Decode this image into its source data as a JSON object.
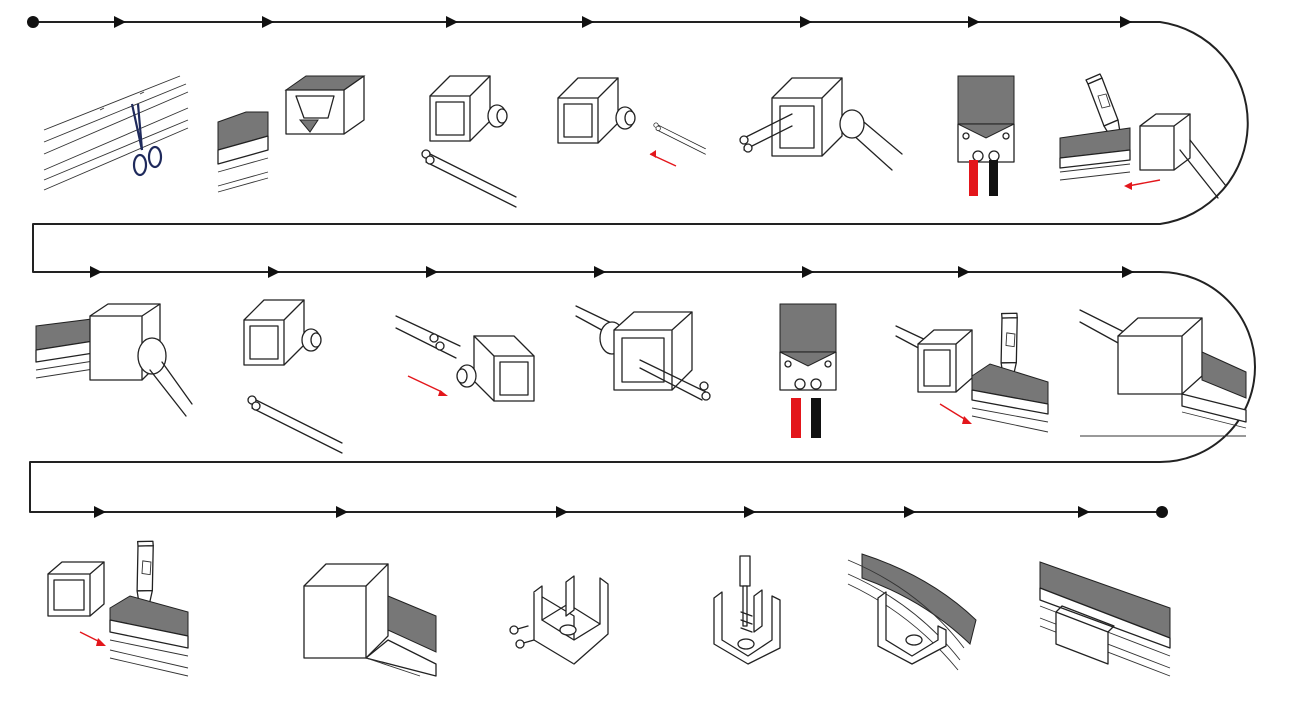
{
  "colors": {
    "line": "#222222",
    "strip_gray": "#777777",
    "wire_red": "#e3161b",
    "wire_black": "#111111",
    "hint_arrow": "#e3161b",
    "scissors": "#1f2a5c"
  },
  "flow": {
    "start_marker": "dot",
    "end_marker": "dot",
    "rows": 3,
    "direction": "serpentine"
  },
  "steps": [
    {
      "row": 1,
      "icon": "scissors-cut-strip-icon"
    },
    {
      "row": 1,
      "icon": "strip-end-cap-icon"
    },
    {
      "row": 1,
      "icon": "end-cap-with-wires-icon"
    },
    {
      "row": 1,
      "icon": "insert-wires-icon"
    },
    {
      "row": 1,
      "icon": "wires-through-cap-icon"
    },
    {
      "row": 1,
      "icon": "solder-red-black-wires-icon"
    },
    {
      "row": 1,
      "icon": "glue-and-push-cap-icon"
    },
    {
      "row": 2,
      "icon": "sealed-strip-end-icon"
    },
    {
      "row": 2,
      "icon": "end-cap-with-wires-icon"
    },
    {
      "row": 2,
      "icon": "insert-wires-icon"
    },
    {
      "row": 2,
      "icon": "wires-through-cap-icon"
    },
    {
      "row": 2,
      "icon": "solder-red-black-wires-icon"
    },
    {
      "row": 2,
      "icon": "glue-and-push-cap-icon"
    },
    {
      "row": 2,
      "icon": "sealed-strip-end-icon"
    },
    {
      "row": 3,
      "icon": "glue-blank-cap-icon"
    },
    {
      "row": 3,
      "icon": "capped-strip-end-icon"
    },
    {
      "row": 3,
      "icon": "mounting-clip-screws-icon"
    },
    {
      "row": 3,
      "icon": "screwdriver-clip-icon"
    },
    {
      "row": 3,
      "icon": "curved-strip-in-clip-icon"
    },
    {
      "row": 3,
      "icon": "straight-strip-in-clip-icon"
    }
  ]
}
